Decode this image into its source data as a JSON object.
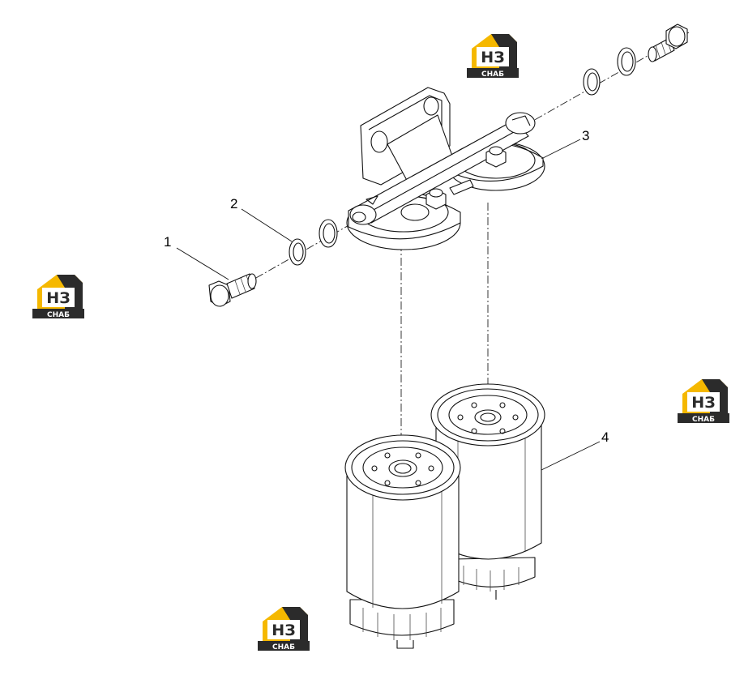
{
  "diagram": {
    "callouts": [
      {
        "id": "1",
        "label": "1"
      },
      {
        "id": "2",
        "label": "2"
      },
      {
        "id": "3",
        "label": "3"
      },
      {
        "id": "4",
        "label": "4"
      }
    ]
  },
  "watermark": {
    "line1": "НЗ",
    "line2": "СНАБ",
    "colors": {
      "yellow": "#F5B800",
      "dark": "#2b2b2b",
      "text": "#ffffff"
    }
  }
}
